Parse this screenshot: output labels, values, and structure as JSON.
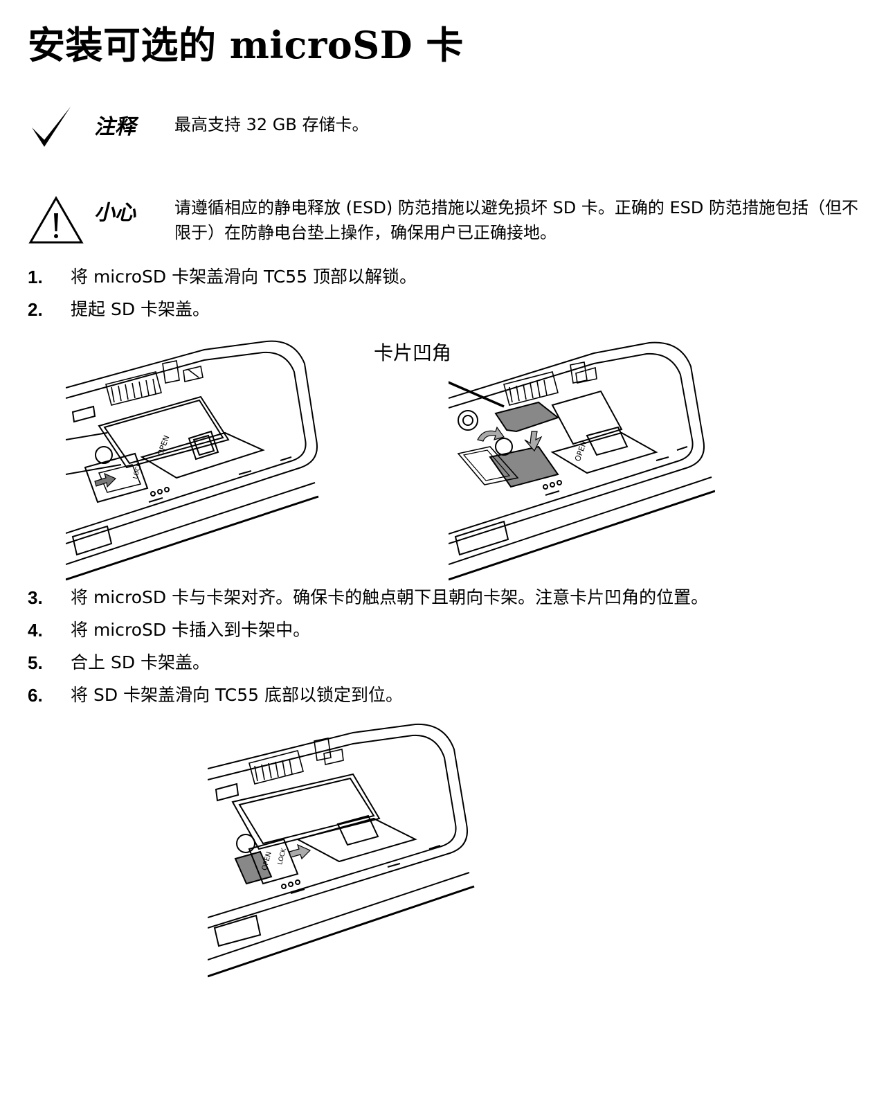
{
  "title": "安装可选的 microSD 卡",
  "note": {
    "label": "注释",
    "text": "最高支持 32 GB 存储卡。"
  },
  "caution": {
    "label": "小心",
    "text": "请遵循相应的静电释放 (ESD) 防范措施以避免损坏 SD 卡。正确的 ESD 防范措施包括（但不限于）在防静电台垫上操作，确保用户已正确接地。"
  },
  "steps": [
    {
      "num": "1.",
      "text": "将 microSD 卡架盖滑向 TC55 顶部以解锁。"
    },
    {
      "num": "2.",
      "text": "提起 SD 卡架盖。"
    },
    {
      "num": "3.",
      "text": "将 microSD 卡与卡架对齐。确保卡的触点朝下且朝向卡架。注意卡片凹角的位置。"
    },
    {
      "num": "4.",
      "text": "将 microSD 卡插入到卡架中。"
    },
    {
      "num": "5.",
      "text": "合上 SD 卡架盖。"
    },
    {
      "num": "6.",
      "text": "将 SD 卡架盖滑向 TC55 底部以锁定到位。"
    }
  ],
  "figure_callout": "卡片凹角",
  "figure_text": {
    "open": "OPEN",
    "lock": "LOCK"
  },
  "icons": {
    "note": "checkmark-icon",
    "caution": "warning-triangle-icon"
  }
}
